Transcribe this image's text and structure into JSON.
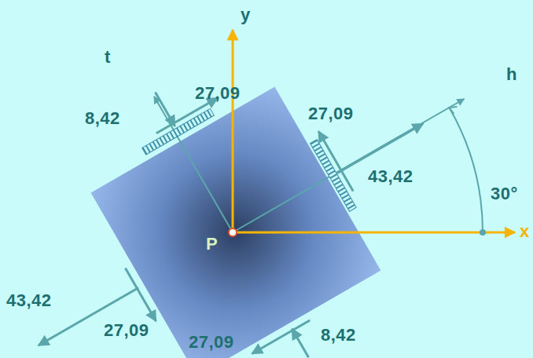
{
  "diagram": {
    "labels": [
      "y",
      "t",
      "8,42",
      "27,09",
      "27,09",
      "h",
      "43,42",
      "30°",
      "P",
      "x",
      "43,42",
      "27,09",
      "27,09",
      "8,42"
    ]
  }
}
